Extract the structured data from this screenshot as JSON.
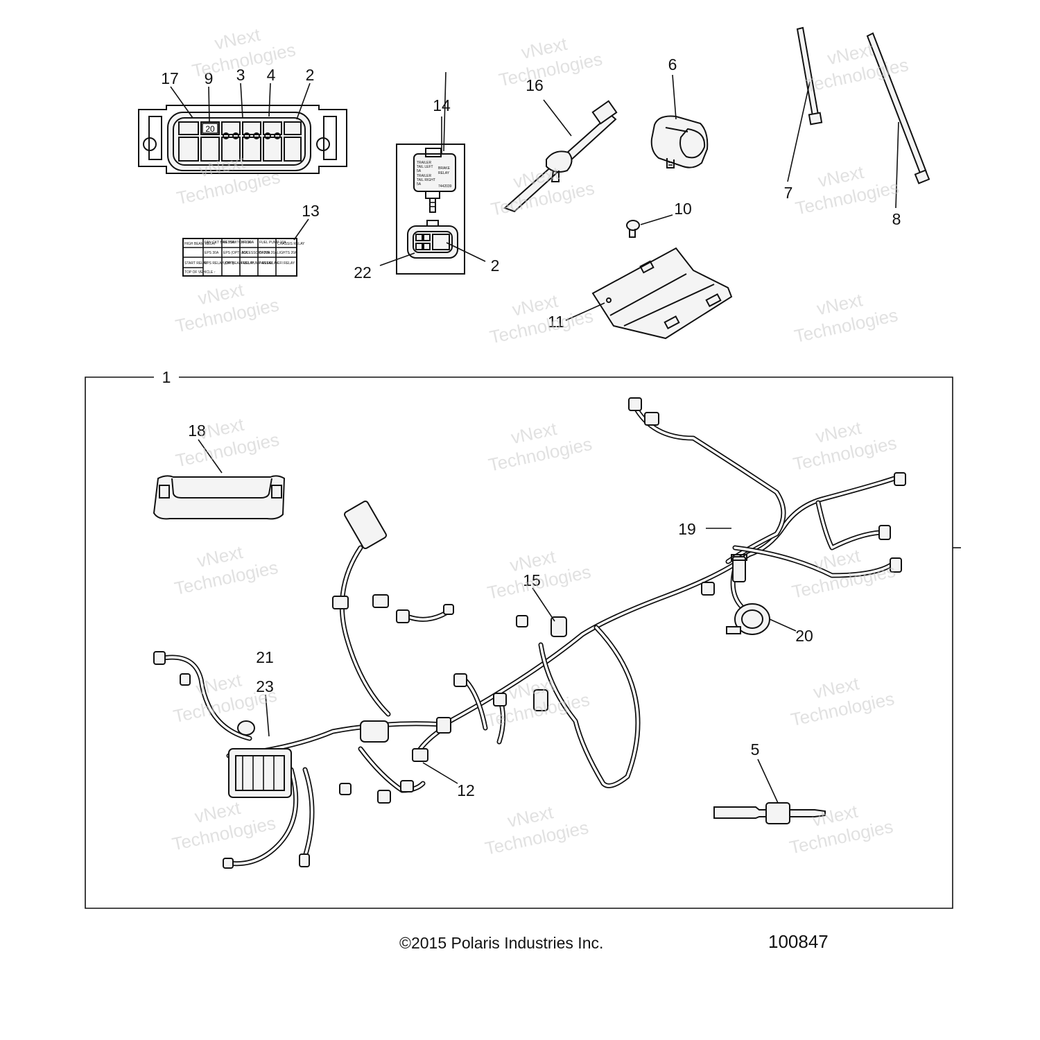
{
  "callouts": {
    "c1": "1",
    "c2a": "2",
    "c2b": "2",
    "c3": "3",
    "c4": "4",
    "c5": "5",
    "c6": "6",
    "c7": "7",
    "c8": "8",
    "c9": "9",
    "c10": "10",
    "c11": "11",
    "c12": "12",
    "c13": "13",
    "c14": "14",
    "c15": "15",
    "c16": "16",
    "c17": "17",
    "c18": "18",
    "c19": "19",
    "c20": "20",
    "c21": "21",
    "c22": "22",
    "c23": "23"
  },
  "fuse_box_number": "20",
  "fuse_label_13": {
    "row1": [
      "HIGH BEAM RELAY",
      "FAN CKT BRK 20A",
      "KEYSWITCH 10A",
      "EFI 10A",
      "FUEL PUMP 10A",
      "CHASSIS RELAY"
    ],
    "row2": [
      "EPS 30A",
      "EPS (OPT) 30A",
      "ACCESSORY 20A",
      "DRIVE 20A",
      "LIGHTS 20A",
      ""
    ],
    "row3": [
      "START RELAY",
      "EPS RELAY (OPT)",
      "LOW BEAM RELAY",
      "FUEL PUMP RELAY",
      "FAN RELAY",
      "EFI RELAY"
    ],
    "row4": [
      "TOP OF VEHICLE ↑"
    ]
  },
  "relay_label_14": {
    "left": [
      "TRAILER",
      "TAIL LEFT",
      "5A",
      "TRAILER",
      "TAIL RIGHT",
      "5A"
    ],
    "right": [
      "BRAKE",
      "RELAY"
    ],
    "code": "7442039"
  },
  "watermark": {
    "line1": "vNext",
    "line2": "Technologies"
  },
  "footer": {
    "copyright": "©2015 Polaris Industries Inc.",
    "diagram_number": "100847"
  }
}
